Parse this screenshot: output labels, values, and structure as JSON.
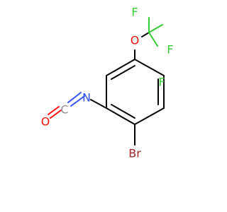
{
  "molecule": {
    "atoms": {
      "f1": {
        "symbol": "F",
        "color": "#33CC33"
      },
      "f2": {
        "symbol": "F",
        "color": "#33CC33"
      },
      "f3": {
        "symbol": "F",
        "color": "#33CC33"
      },
      "o_ether": {
        "symbol": "O",
        "color": "#FF0D0D"
      },
      "n": {
        "symbol": "N",
        "color": "#3050F8"
      },
      "c_iso": {
        "symbol": "C",
        "color": "#909090"
      },
      "o_iso": {
        "symbol": "O",
        "color": "#FF0D0D"
      },
      "br": {
        "symbol": "Br",
        "color": "#A62929"
      }
    },
    "colors": {
      "carbon_bond": "#000000",
      "oxygen": "#FF0D0D",
      "nitrogen": "#3050F8",
      "fluorine": "#33CC33",
      "bromine": "#A62929"
    }
  }
}
